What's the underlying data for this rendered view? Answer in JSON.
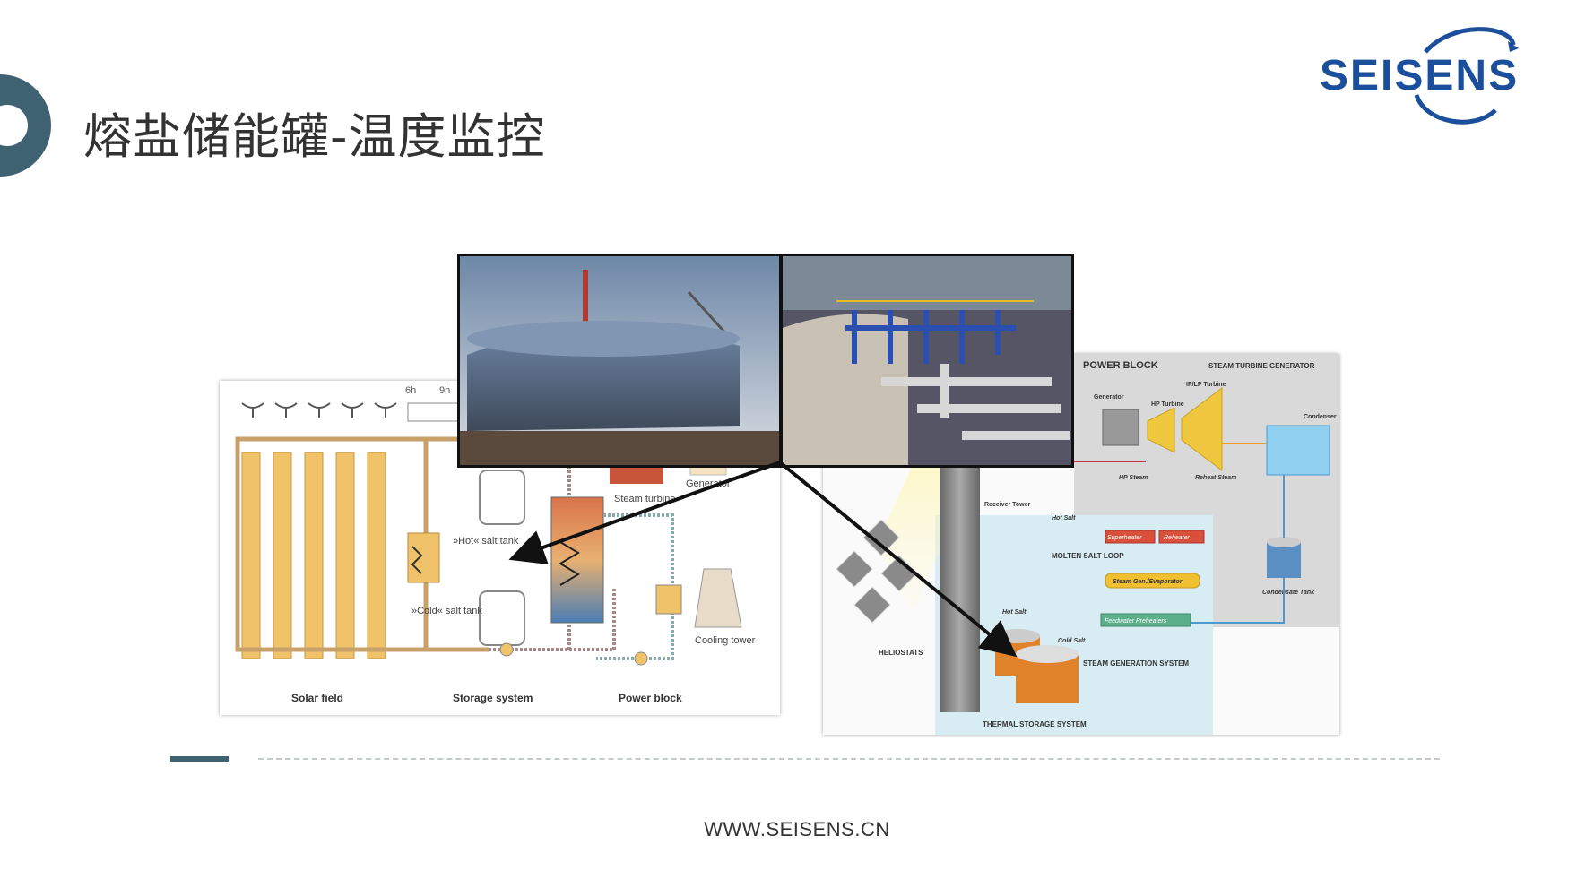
{
  "slide": {
    "title": "熔盐储能罐-温度监控",
    "footer_url": "WWW.SEISENS.CN"
  },
  "logo": {
    "text": "SEISENS"
  },
  "left_diagram": {
    "hours": [
      "6h",
      "9h"
    ],
    "hot_tank": "»Hot« salt tank",
    "cold_tank": "»Cold« salt tank",
    "steam_turbine": "Steam turbine",
    "generator": "Generator",
    "cooling_tower": "Cooling tower",
    "labels": [
      "Solar field",
      "Storage system",
      "Power block"
    ]
  },
  "right_diagram": {
    "power_block": "POWER BLOCK",
    "steam_turbine_generator": "STEAM TURBINE GENERATOR",
    "ip_lp_turbine": "IP/LP Turbine",
    "generator": "Generator",
    "hp_turbine": "HP Turbine",
    "condenser": "Condenser",
    "hp_steam": "HP Steam",
    "reheat_steam": "Reheat Steam",
    "receiver_tower": "Receiver Tower",
    "hot_salt_top": "Hot Salt",
    "superheater": "Superheater",
    "reheater": "Reheater",
    "molten_salt_loop": "MOLTEN SALT LOOP",
    "steam_gen": "Steam Gen./Evaporator",
    "hot_salt": "Hot Salt",
    "cold_salt": "Cold Salt",
    "feedwater": "Feedwater Preheaters",
    "condensate_tank": "Condensate Tank",
    "heliostats": "HELIOSTATS",
    "steam_generation_system": "STEAM GENERATION SYSTEM",
    "thermal_storage_system": "THERMAL STORAGE SYSTEM"
  },
  "colors": {
    "accent": "#3f6273",
    "brand_blue": "#1b4f9c"
  }
}
